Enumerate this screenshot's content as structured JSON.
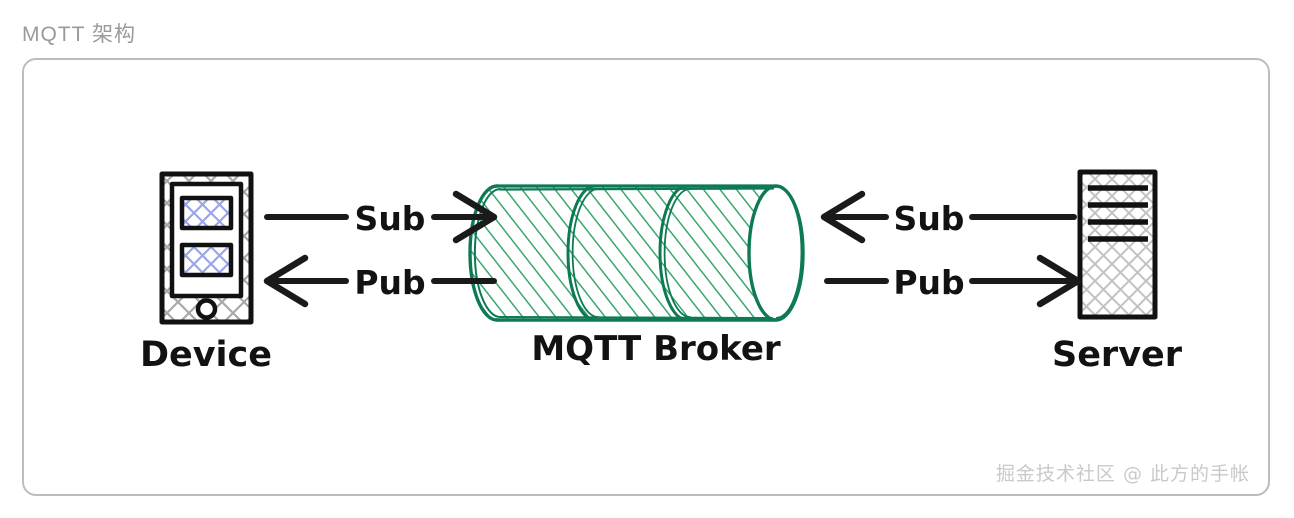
{
  "page": {
    "title": "MQTT 架构",
    "watermark": "掘金技术社区 @ 此方的手帐",
    "title_color": "#9a9a9a",
    "card_border_color": "#bdbdbd",
    "background": "#ffffff"
  },
  "diagram": {
    "type": "architecture-flow",
    "nodes": [
      {
        "id": "device",
        "label": "Device",
        "icon": "smartphone-icon",
        "shape": "phone",
        "stroke": "#111111",
        "hatch": "#9e9e9e",
        "screen_hatch": "#8c9be0"
      },
      {
        "id": "broker",
        "label": "MQTT Broker",
        "icon": "cylinder-database-icon",
        "shape": "cylinder",
        "stroke": "#0e7a53",
        "hatch": "#3aa76d"
      },
      {
        "id": "server",
        "label": "Server",
        "icon": "server-rack-icon",
        "shape": "rectangle",
        "stroke": "#111111",
        "hatch": "#bdbdbd",
        "bars": 4
      }
    ],
    "edges": [
      {
        "id": "device-sub",
        "label": "Sub",
        "from": "device",
        "to": "broker",
        "direction": "right",
        "color": "#1a1a1a"
      },
      {
        "id": "device-pub",
        "label": "Pub",
        "from": "broker",
        "to": "device",
        "direction": "left",
        "color": "#1a1a1a"
      },
      {
        "id": "server-sub",
        "label": "Sub",
        "from": "server",
        "to": "broker",
        "direction": "left",
        "color": "#1a1a1a"
      },
      {
        "id": "server-pub",
        "label": "Pub",
        "from": "broker",
        "to": "server",
        "direction": "right",
        "color": "#1a1a1a"
      }
    ]
  }
}
